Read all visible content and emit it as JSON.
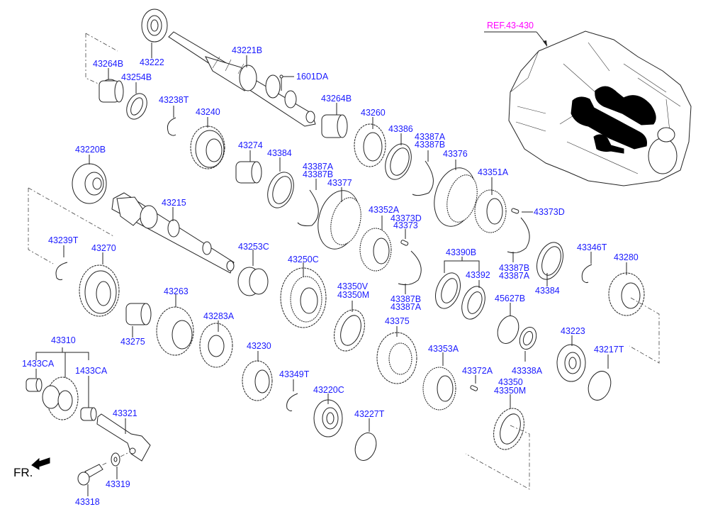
{
  "diagram": {
    "type": "exploded-parts-diagram",
    "subject": "manual transaxle gear assembly",
    "reference": "REF.43-430",
    "direction_marker": "FR.",
    "parts": [
      {
        "id": "43222",
        "label": "43222"
      },
      {
        "id": "43221B",
        "label": "43221B"
      },
      {
        "id": "1601DA",
        "label": "1601DA"
      },
      {
        "id": "43264B_a",
        "label": "43264B"
      },
      {
        "id": "43254B",
        "label": "43254B"
      },
      {
        "id": "43238T",
        "label": "43238T"
      },
      {
        "id": "43240",
        "label": "43240"
      },
      {
        "id": "43264B_b",
        "label": "43264B"
      },
      {
        "id": "43260",
        "label": "43260"
      },
      {
        "id": "43386",
        "label": "43386"
      },
      {
        "id": "43387_1",
        "label": "43387A",
        "label2": "43387B"
      },
      {
        "id": "43376",
        "label": "43376"
      },
      {
        "id": "43220B",
        "label": "43220B"
      },
      {
        "id": "43274",
        "label": "43274"
      },
      {
        "id": "43384_a",
        "label": "43384"
      },
      {
        "id": "43387_2",
        "label": "43387A",
        "label2": "43387B"
      },
      {
        "id": "43377",
        "label": "43377"
      },
      {
        "id": "43351A",
        "label": "43351A"
      },
      {
        "id": "43373D_a",
        "label": "43373D"
      },
      {
        "id": "43215",
        "label": "43215"
      },
      {
        "id": "43352A",
        "label": "43352A"
      },
      {
        "id": "43373",
        "label": "43373D",
        "label2": "43373"
      },
      {
        "id": "43239T",
        "label": "43239T"
      },
      {
        "id": "43253C",
        "label": "43253C"
      },
      {
        "id": "43270",
        "label": "43270"
      },
      {
        "id": "43390B",
        "label": "43390B"
      },
      {
        "id": "43346T",
        "label": "43346T"
      },
      {
        "id": "43280",
        "label": "43280"
      },
      {
        "id": "43250C",
        "label": "43250C"
      },
      {
        "id": "43392",
        "label": "43392"
      },
      {
        "id": "43387_3",
        "label": "43387B",
        "label2": "43387A"
      },
      {
        "id": "43384_b",
        "label": "43384"
      },
      {
        "id": "43350V",
        "label": "43350V",
        "label2": "43350M"
      },
      {
        "id": "43263",
        "label": "43263"
      },
      {
        "id": "43387_4",
        "label": "43387B",
        "label2": "43387A"
      },
      {
        "id": "45627B",
        "label": "45627B"
      },
      {
        "id": "43283A",
        "label": "43283A"
      },
      {
        "id": "43375",
        "label": "43375"
      },
      {
        "id": "43275",
        "label": "43275"
      },
      {
        "id": "43223",
        "label": "43223"
      },
      {
        "id": "43217T",
        "label": "43217T"
      },
      {
        "id": "43310",
        "label": "43310"
      },
      {
        "id": "43230",
        "label": "43230"
      },
      {
        "id": "43353A",
        "label": "43353A"
      },
      {
        "id": "43338A",
        "label": "43338A"
      },
      {
        "id": "1433CA_a",
        "label": "1433CA"
      },
      {
        "id": "1433CA_b",
        "label": "1433CA"
      },
      {
        "id": "43349T",
        "label": "43349T"
      },
      {
        "id": "43372A",
        "label": "43372A"
      },
      {
        "id": "43220C",
        "label": "43220C"
      },
      {
        "id": "43350",
        "label": "43350",
        "label2": "43350M"
      },
      {
        "id": "43321",
        "label": "43321"
      },
      {
        "id": "43227T",
        "label": "43227T"
      },
      {
        "id": "43319",
        "label": "43319"
      },
      {
        "id": "43318",
        "label": "43318"
      }
    ]
  },
  "colors": {
    "part_label": "#1a1aff",
    "reference_label": "#ff00ff",
    "line": "#222222"
  }
}
